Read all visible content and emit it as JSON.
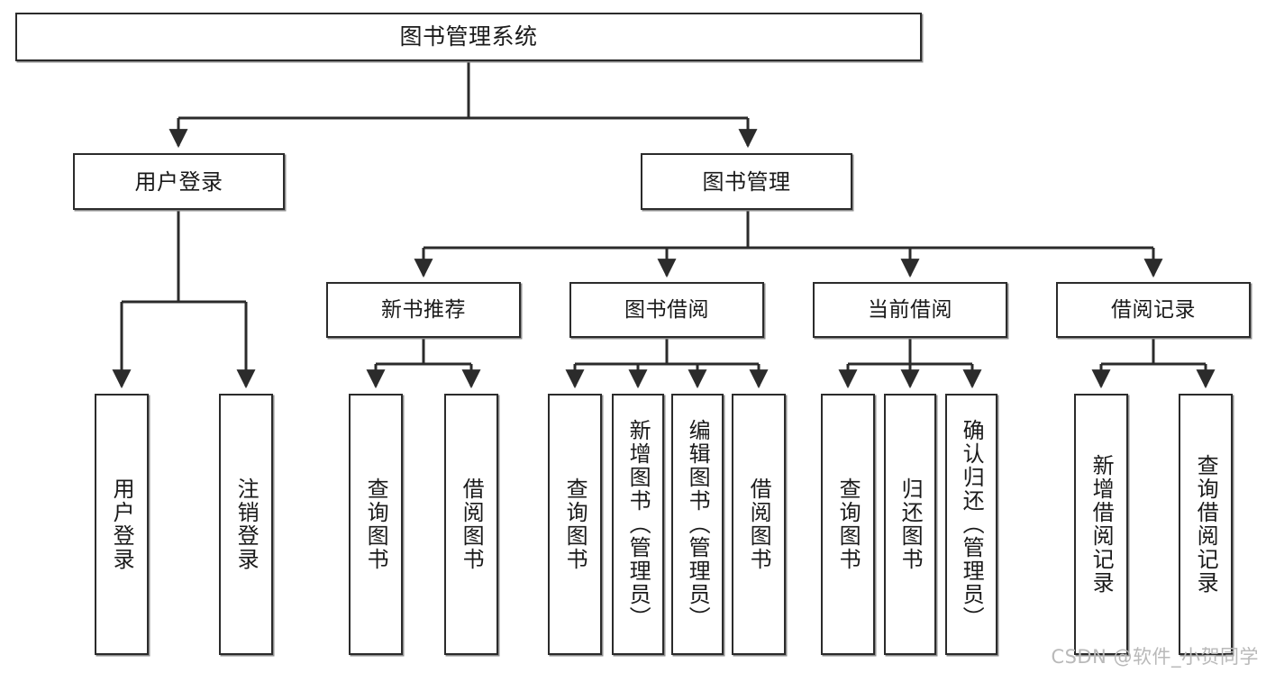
{
  "diagram": {
    "title": "图书管理系统",
    "type": "tree-hierarchy",
    "orientation": "top-down",
    "colors": {
      "box_border": "#2b2b2b",
      "box_fill": "#ffffff",
      "edge": "#2b2b2b",
      "text": "#1a1a1a",
      "watermark": "#b9b9b9"
    },
    "root": {
      "id": "root",
      "label": "图书管理系统"
    },
    "level2": [
      {
        "id": "user-login",
        "label": "用户登录"
      },
      {
        "id": "book-management",
        "label": "图书管理"
      }
    ],
    "level3": [
      {
        "id": "new-book-recommend",
        "label": "新书推荐"
      },
      {
        "id": "book-borrow",
        "label": "图书借阅"
      },
      {
        "id": "current-borrow",
        "label": "当前借阅"
      },
      {
        "id": "borrow-record",
        "label": "借阅记录"
      }
    ],
    "leaves": {
      "user_login": [
        {
          "id": "leaf-user-login",
          "label": "用户登录"
        },
        {
          "id": "leaf-user-logout",
          "label": "注销登录"
        }
      ],
      "new_book_recommend": [
        {
          "id": "leaf-query-book-1",
          "label": "查询图书"
        },
        {
          "id": "leaf-borrow-book-1",
          "label": "借阅图书"
        }
      ],
      "book_borrow": [
        {
          "id": "leaf-query-book-2",
          "label": "查询图书"
        },
        {
          "id": "leaf-add-book",
          "label": "新增图书（管理员）"
        },
        {
          "id": "leaf-edit-book",
          "label": "编辑图书（管理员）"
        },
        {
          "id": "leaf-borrow-book-2",
          "label": "借阅图书"
        }
      ],
      "current_borrow": [
        {
          "id": "leaf-query-book-3",
          "label": "查询图书"
        },
        {
          "id": "leaf-return-book",
          "label": "归还图书"
        },
        {
          "id": "leaf-confirm-return",
          "label": "确认归还（管理员）"
        }
      ],
      "borrow_record": [
        {
          "id": "leaf-add-record",
          "label": "新增借阅记录"
        },
        {
          "id": "leaf-query-record",
          "label": "查询借阅记录"
        }
      ]
    }
  },
  "watermark": {
    "text": "CSDN @软件_小贺同学"
  }
}
